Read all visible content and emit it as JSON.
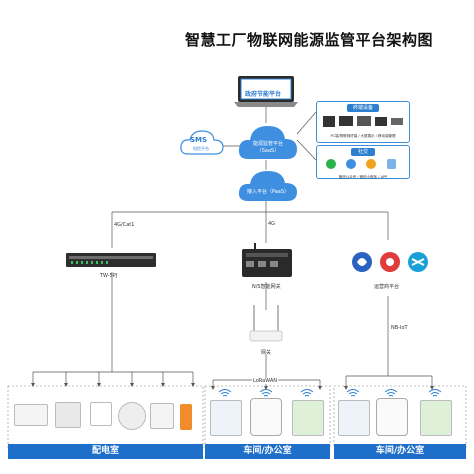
{
  "title": "智慧工厂物联网能源监管平台架构图",
  "top_laptop": {
    "label": "政府节能平台"
  },
  "sms_cloud": {
    "label": "SMS",
    "sub": "短信平台"
  },
  "saas_cloud": {
    "line1": "能源监管平台",
    "line2": "（SaaS）"
  },
  "paas_cloud": {
    "line1": "接入平台（PaaS）"
  },
  "panel_right_top": {
    "title": "终端设备",
    "caption": "PC端/物联网终端 / 大屏展示 / 移动端管理"
  },
  "panel_right_bottom": {
    "title": "社交",
    "caption": "微信公众号 / 微信小程序 / APP"
  },
  "links": {
    "left": "4G/Cat1",
    "mid": "4G",
    "right_nb": "NB-IoT",
    "lorawan": "LoRaWAN"
  },
  "gateway_left": {
    "label": "TW-5PJ"
  },
  "gateway_mid": {
    "label": "N/S智能网关"
  },
  "router": {
    "label": "网关"
  },
  "carrier": {
    "label": "运营商平台"
  },
  "bottom": {
    "left": "配电室",
    "mid": "车间/办公室",
    "right": "车间/办公室"
  },
  "colors": {
    "accent": "#2d7fd0",
    "cloud": "#3f8fe0",
    "bar": "#1e6fc9"
  },
  "icons": [
    "laptop-icon",
    "cloud-icon",
    "gateway-icon",
    "router-icon",
    "meter-icon",
    "wifi-icon",
    "carrier-logo-icon"
  ]
}
